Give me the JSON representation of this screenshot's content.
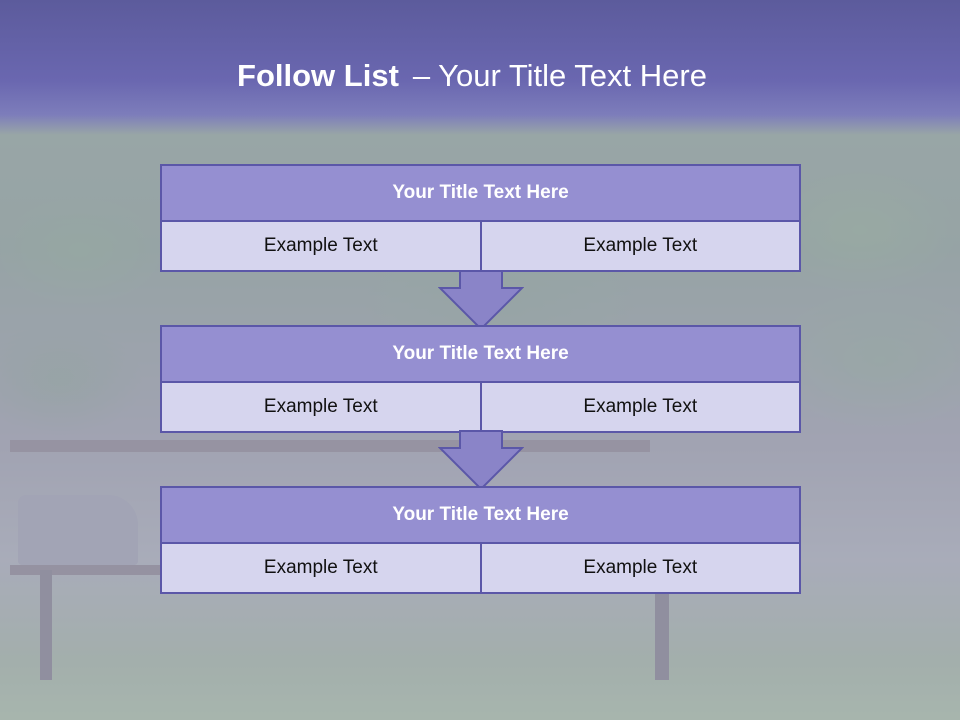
{
  "slide": {
    "title_bold": "Follow List",
    "title_separator": "–",
    "title_rest": "Your Title Text Here"
  },
  "blocks": [
    {
      "title": "Your Title Text Here",
      "left": "Example Text",
      "right": "Example Text"
    },
    {
      "title": "Your Title Text Here",
      "left": "Example Text",
      "right": "Example Text"
    },
    {
      "title": "Your Title Text Here",
      "left": "Example Text",
      "right": "Example Text"
    }
  ],
  "colors": {
    "header": "#6a67b0",
    "block_title_fill": "#958fd1",
    "cell_fill": "#d6d5ee",
    "border": "#5b57a8",
    "arrow_fill": "#8a84c8"
  },
  "icons": {
    "connector": "down-arrow-icon"
  }
}
